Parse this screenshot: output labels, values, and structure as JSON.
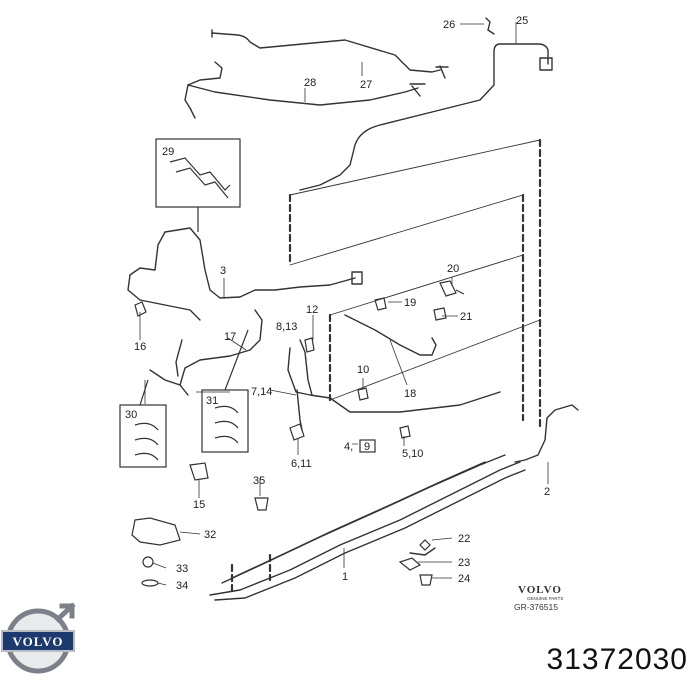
{
  "diagram": {
    "callouts": [
      "26",
      "25",
      "28",
      "27",
      "29",
      "3",
      "20",
      "19",
      "12",
      "8,13",
      "21",
      "16",
      "17",
      "18",
      "10",
      "7,14",
      "30",
      "31",
      "4,",
      "9",
      "6,11",
      "5,10",
      "2",
      "15",
      "35",
      "32",
      "22",
      "23",
      "33",
      "34",
      "24",
      "1"
    ],
    "brand": {
      "name": "VOLVO",
      "subline": "GENUINE PARTS",
      "reference": "GR-376515"
    },
    "logo_text": "VOLVO",
    "part_number": "31372030"
  }
}
